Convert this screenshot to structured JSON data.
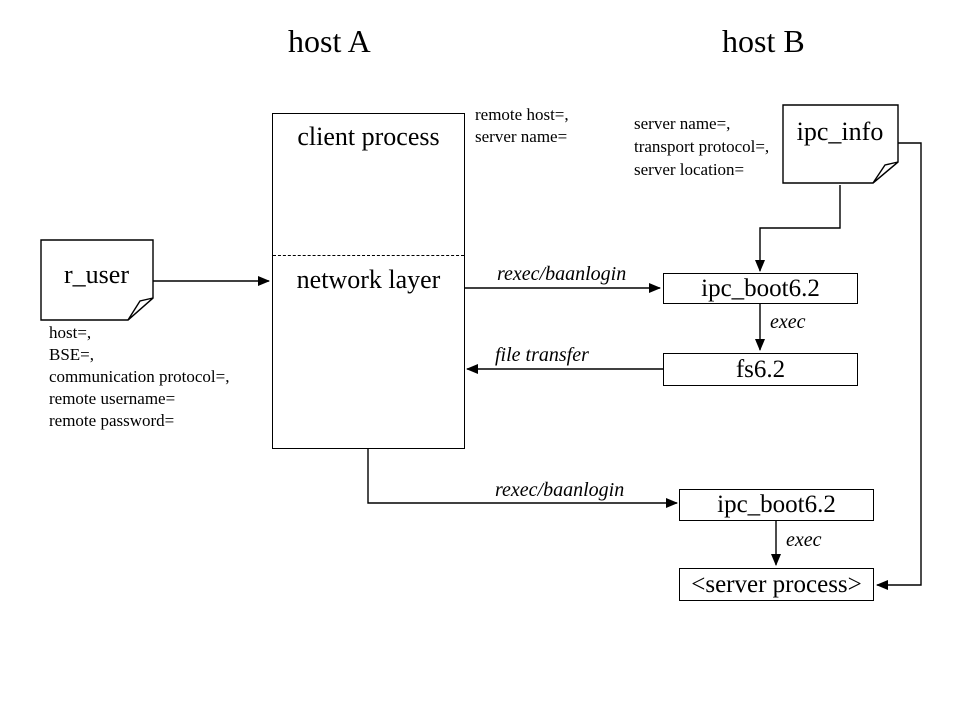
{
  "colors": {
    "line": "#000000",
    "text": "#000000",
    "background": "#ffffff"
  },
  "titles": {
    "host_a": "host A",
    "host_b": "host B"
  },
  "hosts": {
    "a": {
      "client_process": {
        "label": "client process",
        "network_layer": "network layer"
      },
      "r_user": {
        "label": "r_user",
        "params": "host=,\nBSE=,\ncommunication protocol=,\nremote username=\nremote password="
      },
      "request_params": "remote host=,\nserver name="
    },
    "b": {
      "ipc_info": {
        "label": "ipc_info",
        "params": "server name=,\ntransport protocol=,\nserver location="
      },
      "ipc_boot_top": "ipc_boot6.2",
      "fs": "fs6.2",
      "ipc_boot_bottom": "ipc_boot6.2",
      "server_process": "<server process>"
    }
  },
  "edges": {
    "rexec_top": "rexec/baanlogin",
    "exec_top": "exec",
    "file_transfer": "file transfer",
    "rexec_bottom": "rexec/baanlogin",
    "exec_bottom": "exec"
  }
}
